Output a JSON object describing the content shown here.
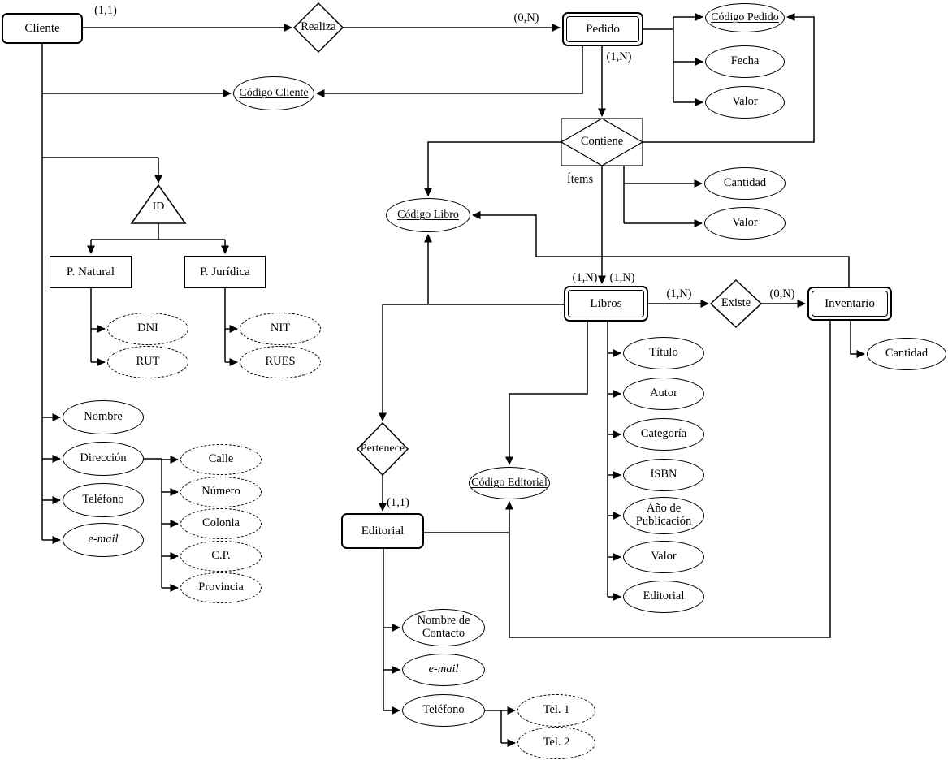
{
  "diagram_type": "entity-relationship",
  "colors": {
    "stroke": "#000000",
    "background": "#ffffff"
  },
  "entities": {
    "cliente": {
      "label": "Cliente",
      "border": "single"
    },
    "pedido": {
      "label": "Pedido",
      "border": "double"
    },
    "libros": {
      "label": "Libros",
      "border": "double"
    },
    "inventario": {
      "label": "Inventario",
      "border": "double"
    },
    "editorial": {
      "label": "Editorial",
      "border": "single"
    }
  },
  "subtypes": {
    "isa": {
      "label": "ID"
    },
    "p_natural": {
      "label": "P. Natural"
    },
    "p_juridica": {
      "label": "P. Jurídica"
    }
  },
  "relationships": {
    "realiza": {
      "label": "Realiza"
    },
    "contiene": {
      "label": "Contiene",
      "alias": "Ítems"
    },
    "existe": {
      "label": "Existe"
    },
    "pertenece": {
      "label": "Pertenece"
    }
  },
  "cardinalities": {
    "cliente_realiza": "(1,1)",
    "realiza_pedido": "(0,N)",
    "pedido_contiene": "(1,N)",
    "contiene_libros_a": "(1,N)",
    "contiene_libros_b": "(1,N)",
    "libros_existe": "(1,N)",
    "existe_inventario": "(0,N)",
    "pertenece_editorial": "(1,1)"
  },
  "attributes": {
    "codigo_cliente": {
      "label": "Código Cliente",
      "key": true
    },
    "nombre": {
      "label": "Nombre"
    },
    "direccion": {
      "label": "Dirección"
    },
    "telefono": {
      "label": "Teléfono"
    },
    "email": {
      "label": "e-mail"
    },
    "calle": {
      "label": "Calle"
    },
    "numero": {
      "label": "Número"
    },
    "colonia": {
      "label": "Colonia"
    },
    "cp": {
      "label": "C.P."
    },
    "provincia": {
      "label": "Provincia"
    },
    "dni": {
      "label": "DNI"
    },
    "rut": {
      "label": "RUT"
    },
    "nit": {
      "label": "NIT"
    },
    "rues": {
      "label": "RUES"
    },
    "codigo_pedido": {
      "label": "Código Pedido",
      "key": true
    },
    "fecha": {
      "label": "Fecha"
    },
    "valor_pedido": {
      "label": "Valor"
    },
    "cantidad_items": {
      "label": "Cantidad"
    },
    "valor_items": {
      "label": "Valor"
    },
    "codigo_libro": {
      "label": "Código Libro",
      "key": true
    },
    "titulo": {
      "label": "Título"
    },
    "autor": {
      "label": "Autor"
    },
    "categoria": {
      "label": "Categoría"
    },
    "isbn": {
      "label": "ISBN"
    },
    "anio_publicacion": {
      "label": "Año de Publicación"
    },
    "valor_libro": {
      "label": "Valor"
    },
    "editorial_attr": {
      "label": "Editorial"
    },
    "codigo_editorial": {
      "label": "Código Editorial",
      "key": true
    },
    "cantidad_inventario": {
      "label": "Cantidad"
    },
    "nombre_contacto": {
      "label": "Nombre de Contacto"
    },
    "email_editorial": {
      "label": "e-mail"
    },
    "telefono_editorial": {
      "label": "Teléfono"
    },
    "tel1": {
      "label": "Tel. 1"
    },
    "tel2": {
      "label": "Tel. 2"
    }
  }
}
